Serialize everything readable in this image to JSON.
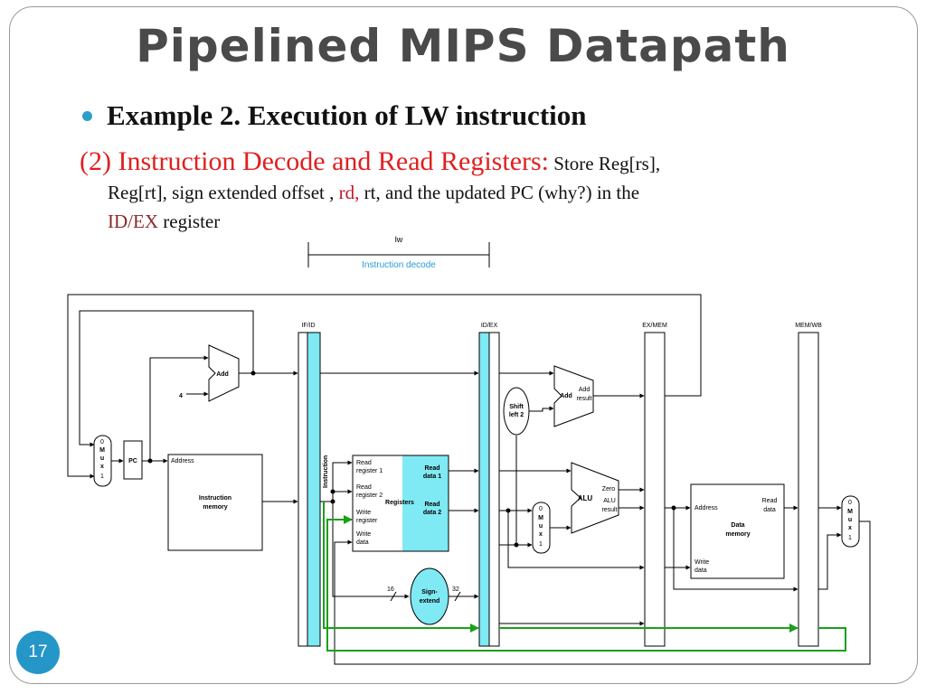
{
  "slide": {
    "title": "Pipelined MIPS Datapath",
    "bullet": "Example 2. Execution of LW instruction",
    "step_heading": "(2) Instruction Decode and Read Registers:",
    "body_part1": " Store Reg[rs],",
    "body_part2": "Reg[rt], sign extended offset , ",
    "body_rd": "rd,",
    "body_part3": " rt, and the updated PC (why?) in the",
    "body_idex": "ID/EX",
    "body_part4": " register",
    "slide_number": "17"
  },
  "diagram": {
    "stage_instruction": "lw",
    "stage_name": "Instruction decode",
    "pipeline_registers": [
      "IF/ID",
      "ID/EX",
      "EX/MEM",
      "MEM/WB"
    ],
    "add_label": "Add",
    "const_four": "4",
    "pc_label": "PC",
    "mux_label": [
      "0",
      "M",
      "u",
      "x",
      "1"
    ],
    "instruction_label": "Instruction",
    "address_label": "Address",
    "instruction_memory": [
      "Instruction",
      "memory"
    ],
    "registers": {
      "read_reg1": [
        "Read",
        "register 1"
      ],
      "read_reg2": [
        "Read",
        "register 2"
      ],
      "write_reg": [
        "Write",
        "register"
      ],
      "write_data": [
        "Write",
        "data"
      ],
      "title": "Registers",
      "read_data1": [
        "Read",
        "data 1"
      ],
      "read_data2": [
        "Read",
        "data 2"
      ]
    },
    "shift_left": [
      "Shift",
      "left 2"
    ],
    "add2": {
      "left": "Add",
      "right": [
        "Add",
        "result"
      ]
    },
    "alu": {
      "name": "ALU",
      "zero": "Zero",
      "result": [
        "ALU",
        "result"
      ]
    },
    "data_memory": {
      "address": "Address",
      "read_data": [
        "Read",
        "data"
      ],
      "title": [
        "Data",
        "memory"
      ],
      "write_data": [
        "Write",
        "data"
      ]
    },
    "sign_extend": [
      "Sign-",
      "extend"
    ],
    "bits_in": "16",
    "bits_out": "32",
    "colors": {
      "highlight": "#7fe9f4",
      "green_path": "#1aa01a",
      "frame_border": "#9a9a9a"
    }
  }
}
